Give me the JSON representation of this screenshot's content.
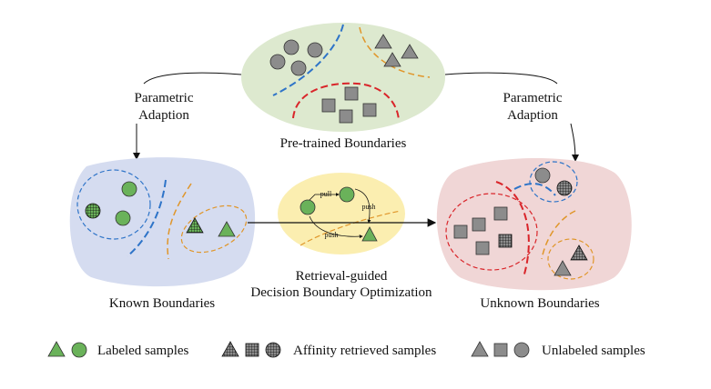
{
  "labels": {
    "pretrained": "Pre-trained Boundaries",
    "parametric_left_1": "Parametric",
    "parametric_left_2": "Adaption",
    "parametric_right_1": "Parametric",
    "parametric_right_2": "Adaption",
    "known": "Known Boundaries",
    "unknown": "Unknown Boundaries",
    "retrieval_1": "Retrieval-guided",
    "retrieval_2": "Decision Boundary Optimization",
    "pull": "pull",
    "push_1": "push",
    "push_2": "push"
  },
  "legend": {
    "labeled": "Labeled samples",
    "affinity": "Affinity retrieved samples",
    "unlabeled": "Unlabeled samples"
  },
  "colors": {
    "green_region": "#dde9cf",
    "blue_region": "#d5dcf0",
    "red_region": "#f0d6d6",
    "yellow_region": "#fbeeb0",
    "green_mark": "#6ab25a",
    "gray_mark": "#8c8c8c",
    "blue_line": "#2e74c8",
    "orange_line": "#e0962a",
    "red_line": "#d9252a"
  }
}
